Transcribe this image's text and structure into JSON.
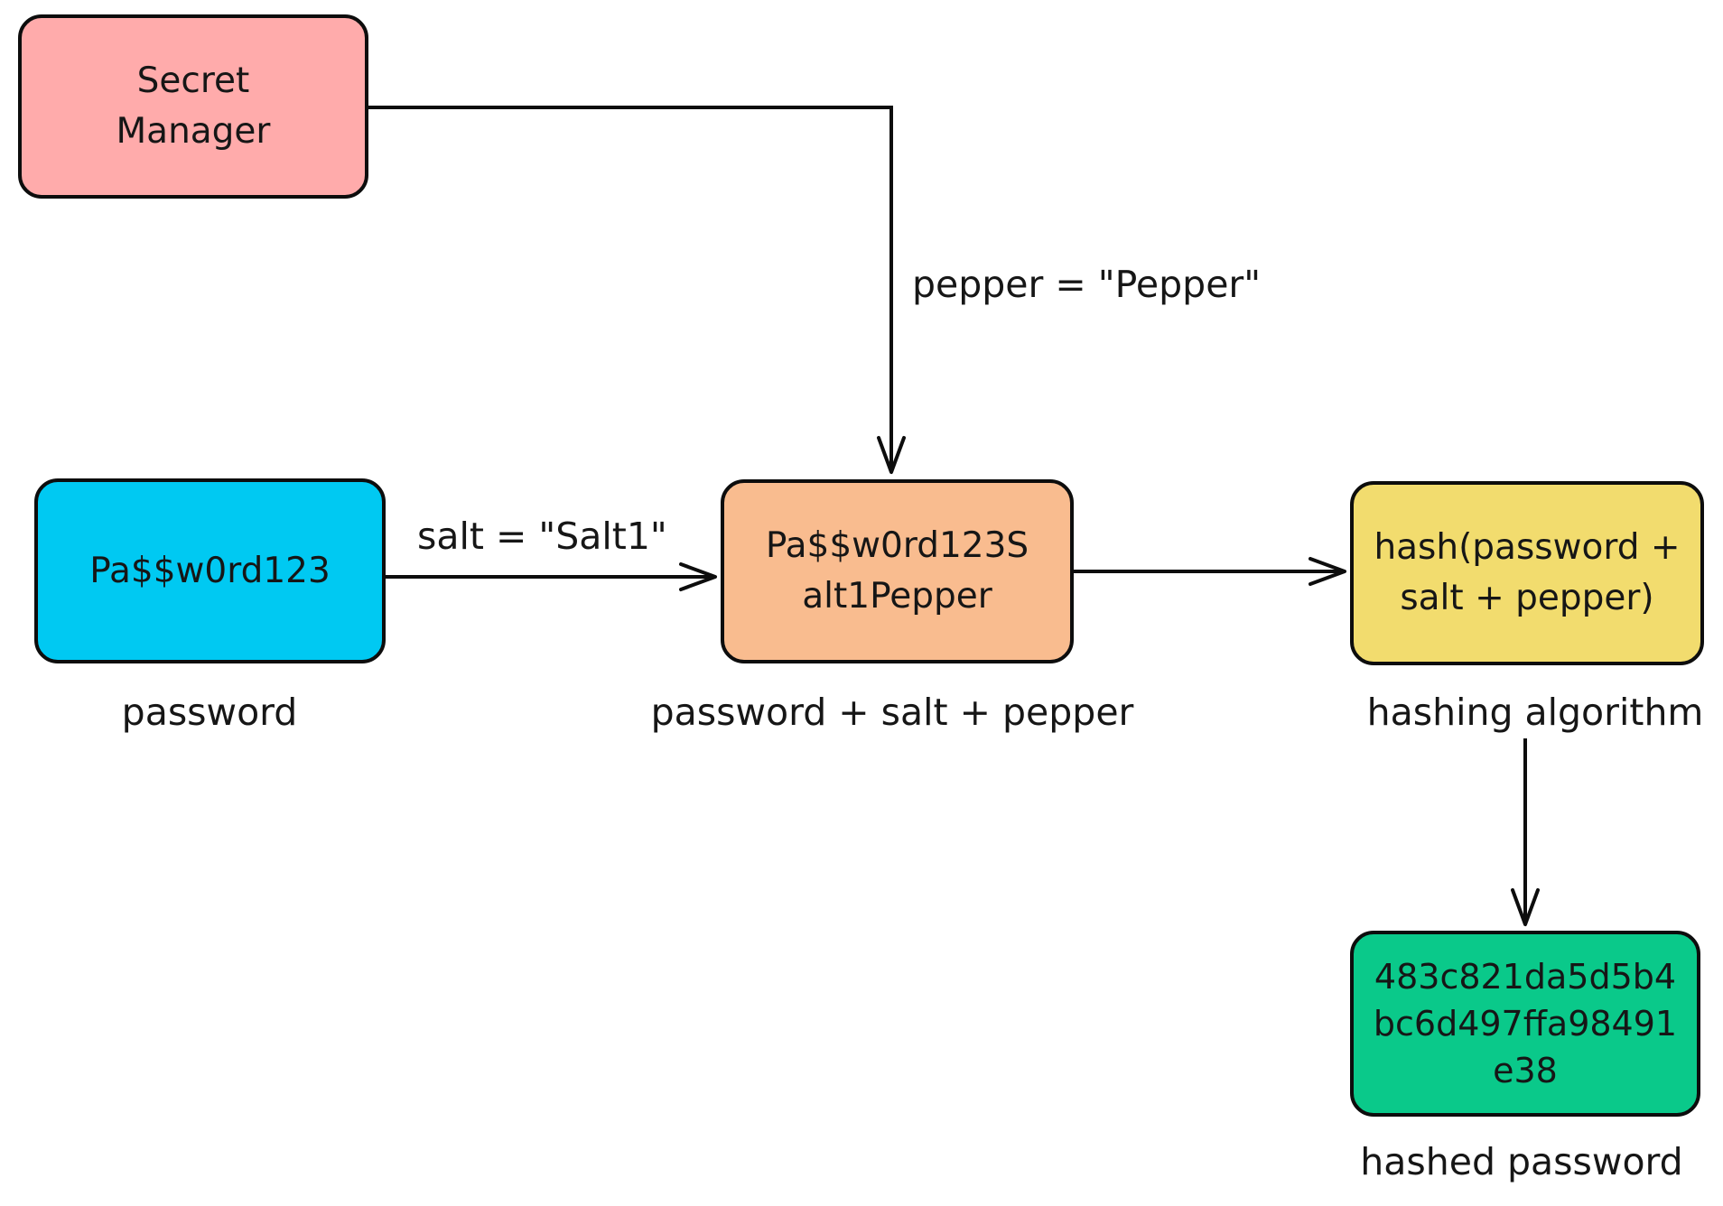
{
  "nodes": {
    "secret_manager": {
      "line1": "Secret",
      "line2": "Manager",
      "fill": "#FFABAB"
    },
    "password": {
      "value": "Pa$$w0rd123",
      "caption": "password",
      "fill": "#00C9F2"
    },
    "combined": {
      "value": "Pa$$w0rd123Salt1Pepper",
      "line1": "Pa$$w0rd123S",
      "line2": "alt1Pepper",
      "caption": "password + salt + pepper",
      "fill": "#F9BC8F"
    },
    "hashing": {
      "value": "hash(password + salt + pepper)",
      "line1": "hash(password +",
      "line2": "salt + pepper)",
      "caption": "hashing algorithm",
      "fill": "#F2DC6E"
    },
    "hashed": {
      "value": "483c821da5d5b4bc6d497ffa98491e38",
      "line1": "483c821da5d5b4",
      "line2": "bc6d497ffa98491",
      "line3": "e38",
      "caption": "hashed password",
      "fill": "#0AC98A"
    }
  },
  "edges": {
    "pepper": {
      "label": "pepper = \"Pepper\""
    },
    "salt": {
      "label": "salt = \"Salt1\""
    }
  },
  "style": {
    "line_color": "#0d0d0d"
  }
}
